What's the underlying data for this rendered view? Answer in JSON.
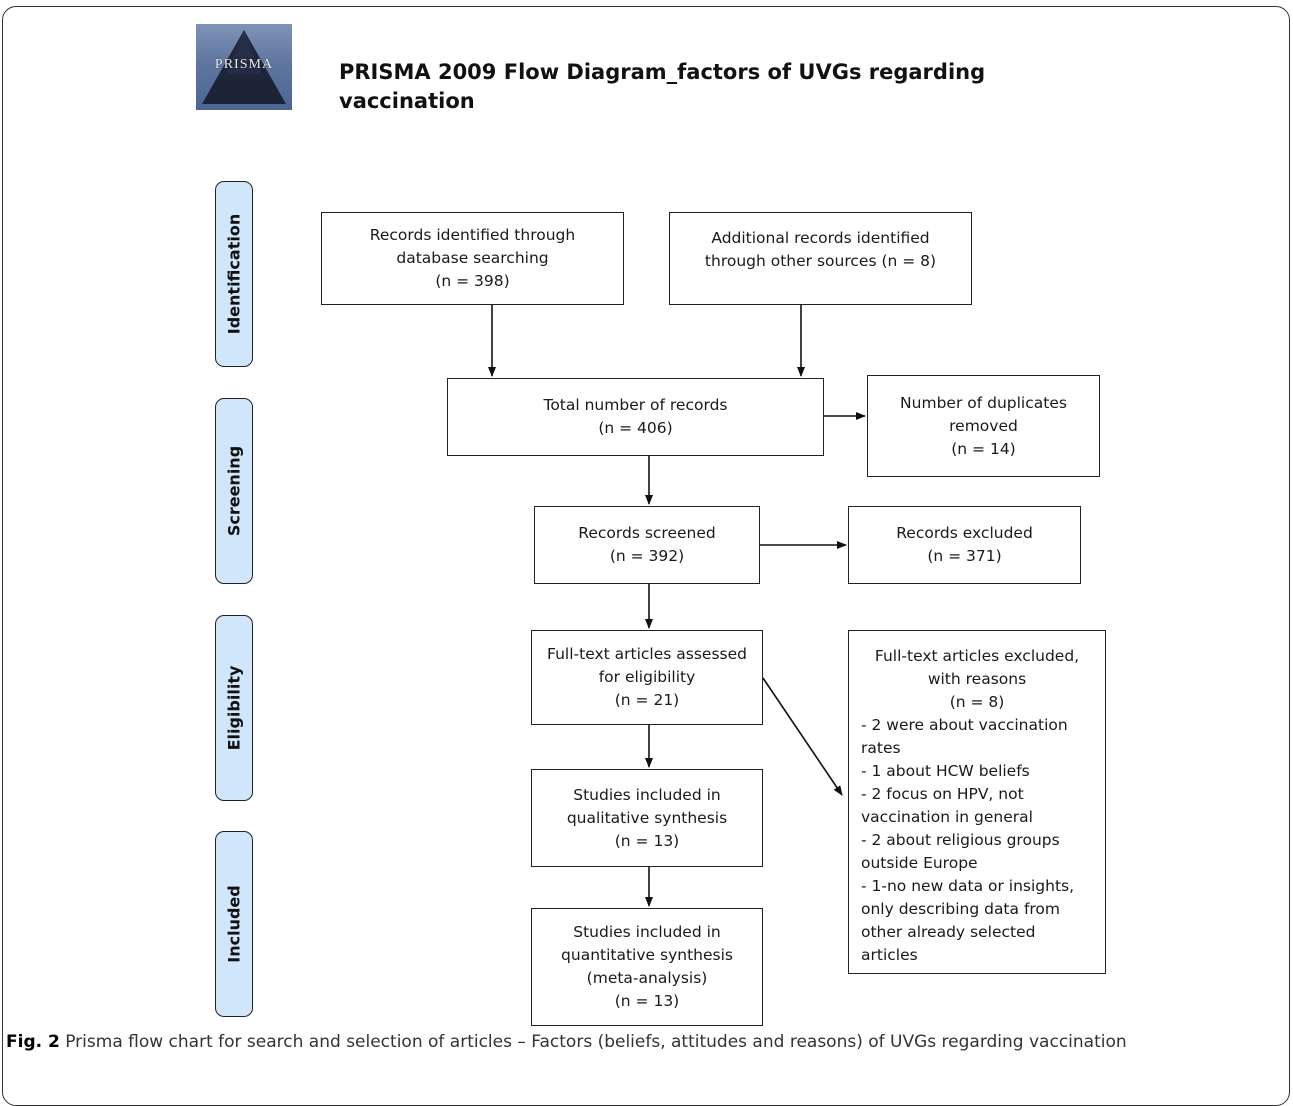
{
  "header": {
    "logo_text": "PRISMA",
    "title_line1": "PRISMA 2009 Flow Diagram_factors of UVGs regarding",
    "title_line2": "vaccination"
  },
  "stages": [
    "Identification",
    "Screening",
    "Eligibility",
    "Included"
  ],
  "boxes": {
    "db_search": [
      "Records identified through",
      "database searching",
      "(n = 398)"
    ],
    "other_sources": [
      "Additional records identified",
      "through other sources (n = 8)"
    ],
    "total": [
      "Total number of records",
      "(n = 406)"
    ],
    "duplicates": [
      "Number of duplicates",
      "removed",
      "(n = 14)"
    ],
    "screened": [
      "Records screened",
      "(n = 392)"
    ],
    "excluded": [
      "Records excluded",
      "(n = 371)"
    ],
    "fulltext": [
      "Full-text articles assessed",
      "for eligibility",
      "(n = 21)"
    ],
    "fulltext_excluded": {
      "heading": [
        "Full-text articles excluded,",
        "with reasons",
        "(n = 8)"
      ],
      "reasons": [
        "- 2 were about vaccination",
        "rates",
        "- 1 about HCW beliefs",
        "- 2 focus on HPV, not",
        "vaccination in general",
        "- 2 about religious groups",
        "outside Europe",
        "- 1-no new data or insights,",
        "only describing data from",
        "other already selected",
        "articles"
      ]
    },
    "qualitative": [
      "Studies included in",
      "qualitative synthesis",
      "(n = 13)"
    ],
    "quantitative": [
      "Studies included in",
      "quantitative synthesis",
      "(meta-analysis)",
      "(n = 13)"
    ]
  },
  "caption": {
    "label": "Fig. 2",
    "text": " Prisma flow chart for search and selection of articles – Factors (beliefs, attitudes and reasons) of UVGs regarding vaccination"
  }
}
